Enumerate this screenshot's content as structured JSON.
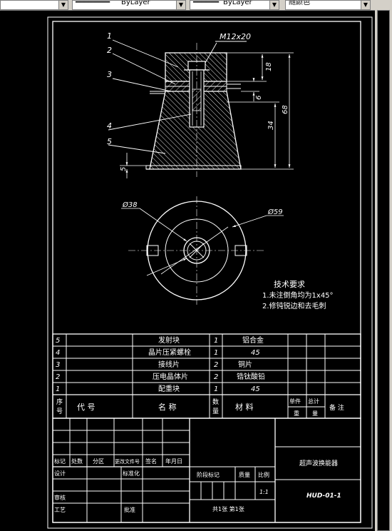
{
  "toolbar": {
    "linetype": "ByLayer",
    "lineweight": "ByLayer",
    "plotstyle": "随颜色"
  },
  "part_labels": [
    "1",
    "2",
    "3",
    "4",
    "5"
  ],
  "dims": {
    "thread": "M12x20",
    "d18": "18",
    "d6": "6",
    "d34": "34",
    "d68": "68",
    "d5": "5",
    "dia38": "Ø38",
    "dia59": "Ø59"
  },
  "notes": {
    "title": "技术要求",
    "line1": "1.未注倒角均为1x45°",
    "line2": "2.修钝锐边和去毛刺"
  },
  "bom": {
    "rows": [
      {
        "no": "5",
        "name": "发射块",
        "qty": "1",
        "material": "铝合金"
      },
      {
        "no": "4",
        "name": "晶片压紧螺栓",
        "qty": "1",
        "material": "45"
      },
      {
        "no": "3",
        "name": "接线片",
        "qty": "2",
        "material": "铜片"
      },
      {
        "no": "2",
        "name": "压电晶体片",
        "qty": "2",
        "material": "锆钛酸铅"
      },
      {
        "no": "1",
        "name": "配重块",
        "qty": "1",
        "material": "45"
      }
    ],
    "header": {
      "xu1": "序",
      "xu2": "号",
      "code": "代 号",
      "name": "名 称",
      "qty1": "数",
      "qty2": "量",
      "material": "材 料",
      "single1": "单件",
      "single2": "重",
      "total1": "总计",
      "total2": "量",
      "remark": "备 注"
    }
  },
  "titleblock": {
    "biaoji": "标记",
    "chushu": "处数",
    "fenqu": "分区",
    "gengwen": "更改文件号",
    "qianming": "签名",
    "nianyueri": "年月日",
    "sheji": "设计",
    "biaozhunhua": "标准化",
    "shenhe": "审核",
    "gongyi": "工艺",
    "pizhun": "批准",
    "jieduan": "阶段标记",
    "zhongliang": "质量",
    "bili": "比例",
    "scale": "1:1",
    "sheets": "共1张 第1张",
    "drawing_name": "超声波换能器",
    "drawing_code": "HUD-01-1"
  }
}
